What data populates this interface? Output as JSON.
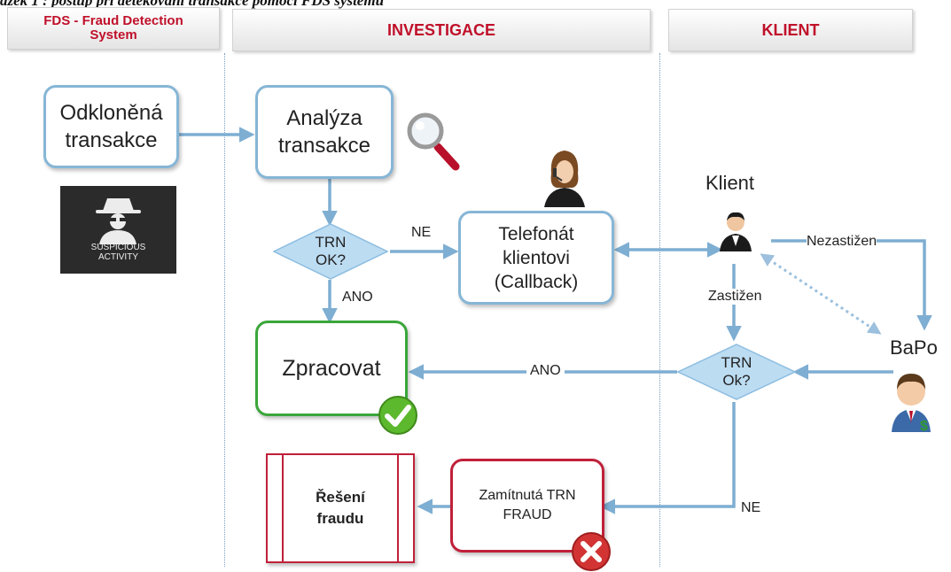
{
  "caption": "ázek 1 : postup při detekování transakce pomocí FDS systému",
  "lanes": {
    "fds": "FDS - Fraud Detection System",
    "investigace": "INVESTIGACE",
    "klient": "KLIENT"
  },
  "nodes": {
    "odklonena": "Odkloněná transakce",
    "suspicious": "SUSPICIOUS ACTIVITY",
    "analyza": "Analýza transakce",
    "trn_ok_1": "TRN OK?",
    "telefonat": "Telefonát klientovi (Callback)",
    "zpracovat": "Zpracovat",
    "trn_ok_2": "TRN Ok?",
    "zamitnuta": "Zamítnutá TRN FRAUD",
    "reseni": "Řešení fraudu",
    "klient": "Klient",
    "bapo": "BaPo"
  },
  "edge_labels": {
    "ne_1": "NE",
    "ano_1": "ANO",
    "nezastizen": "Nezastižen",
    "zastizen": "Zastižen",
    "ano_2": "ANO",
    "ne_2": "NE"
  },
  "colors": {
    "lane_header_text": "#c0102a",
    "box_border": "#86b6d6",
    "arrow": "#7eaed2",
    "zpracovat_border": "#3aa63a",
    "fraud_border": "#c0203a",
    "diamond_fill": "#bcdcf2"
  },
  "icons": [
    "magnifier-icon",
    "operator-icon",
    "spy-suspicious-icon",
    "client-person-icon",
    "banker-icon",
    "check-icon",
    "cross-icon"
  ]
}
